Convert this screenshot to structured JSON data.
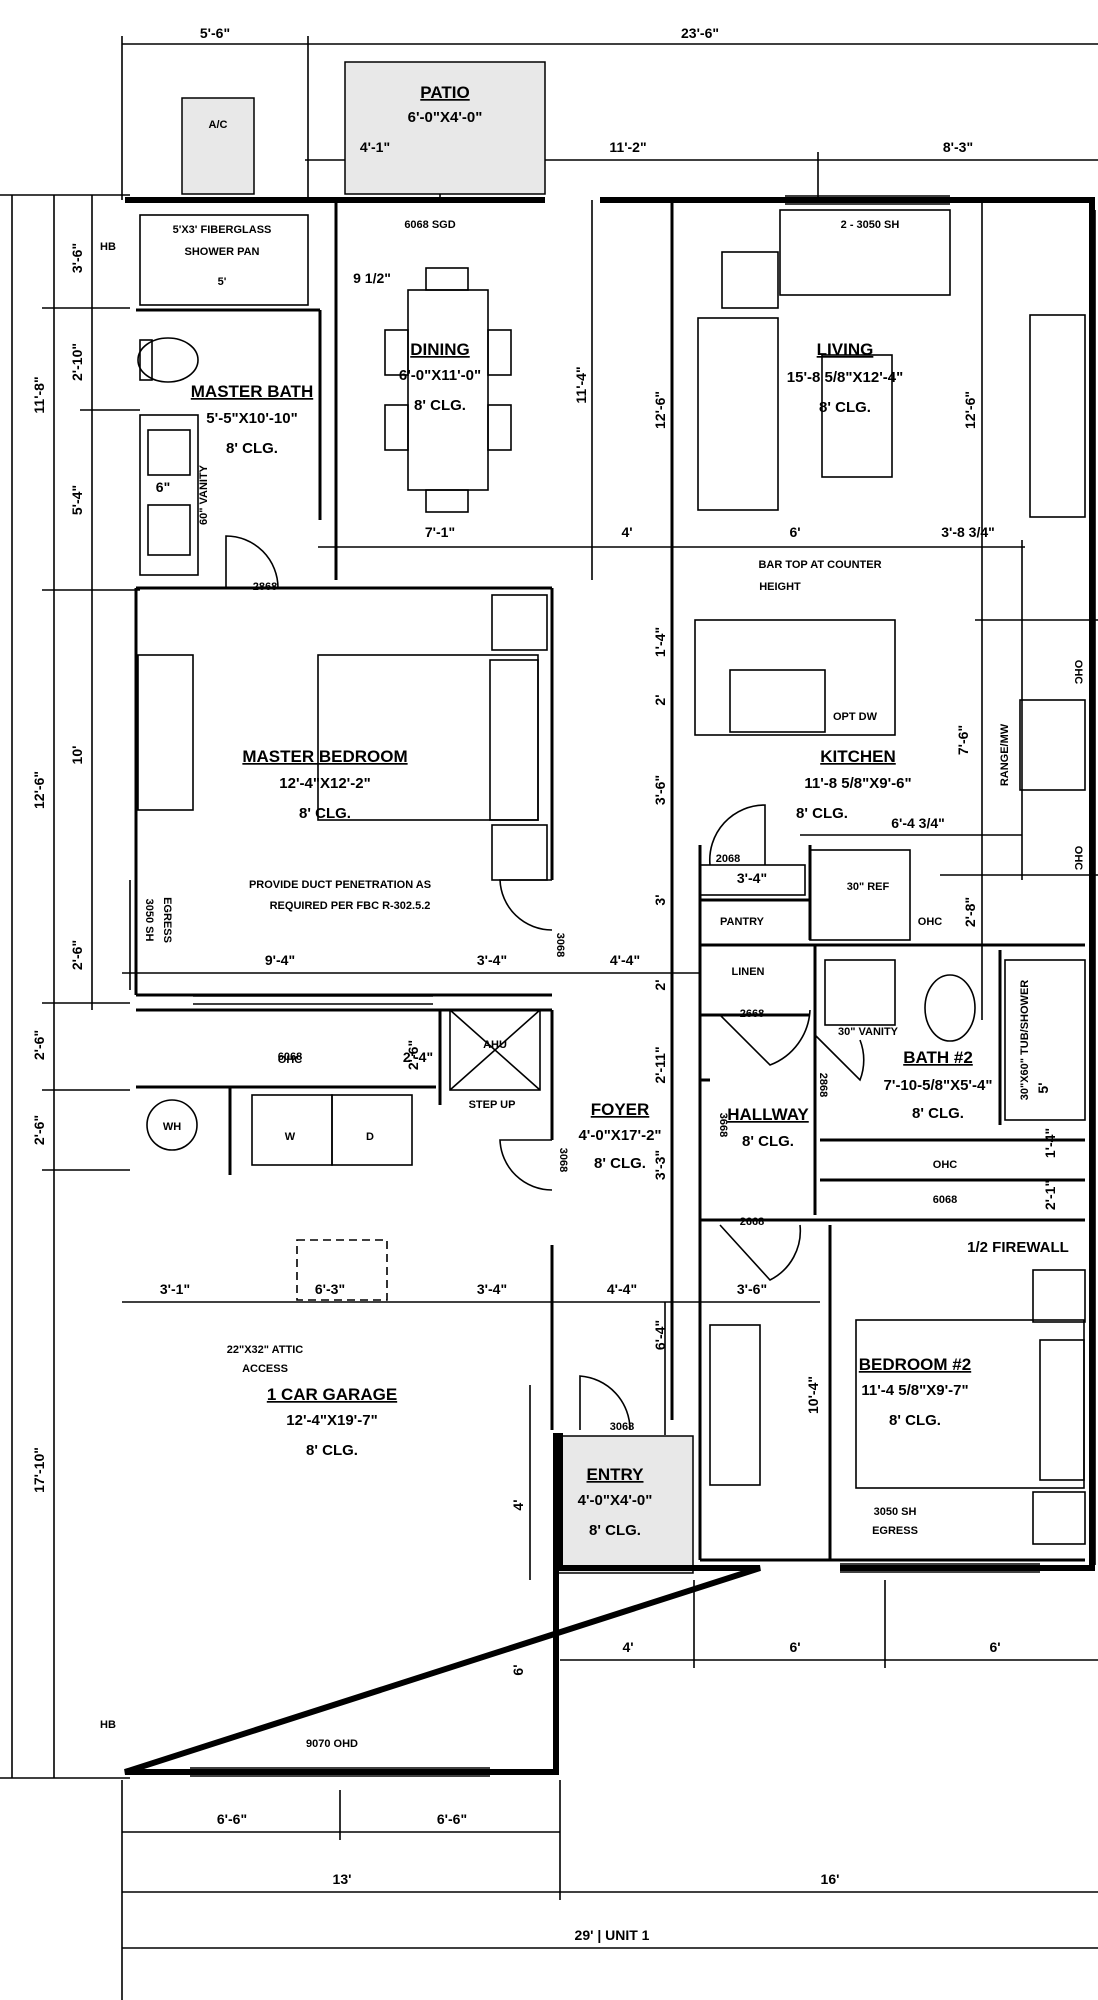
{
  "rooms": {
    "patio": {
      "name": "PATIO",
      "dims": "6'-0\"X4'-0\""
    },
    "ac": {
      "name": "A/C"
    },
    "shower_pan": {
      "line1": "5'X3' FIBERGLASS",
      "line2": "SHOWER PAN"
    },
    "dining": {
      "name": "DINING",
      "dims": "6'-0\"X11'-0\"",
      "clg": "8' CLG."
    },
    "living": {
      "name": "LIVING",
      "dims": "15'-8 5/8\"X12'-4\"",
      "clg": "8' CLG."
    },
    "master_bath": {
      "name": "MASTER BATH",
      "dims": "5'-5\"X10'-10\"",
      "clg": "8' CLG."
    },
    "master_bedroom": {
      "name": "MASTER BEDROOM",
      "dims": "12'-4\"X12'-2\"",
      "clg": "8' CLG."
    },
    "kitchen": {
      "name": "KITCHEN",
      "dims": "11'-8 5/8\"X9'-6\"",
      "clg": "8' CLG."
    },
    "foyer": {
      "name": "FOYER",
      "dims": "4'-0\"X17'-2\"",
      "clg": "8' CLG."
    },
    "hallway": {
      "name": "HALLWAY",
      "clg": "8' CLG."
    },
    "bath2": {
      "name": "BATH #2",
      "dims": "7'-10-5/8\"X5'-4\"",
      "clg": "8' CLG."
    },
    "bedroom2": {
      "name": "BEDROOM #2",
      "dims": "11'-4 5/8\"X9'-7\"",
      "clg": "8' CLG."
    },
    "garage": {
      "name": "1 CAR GARAGE",
      "dims": "12'-4\"X19'-7\"",
      "clg": "8' CLG."
    },
    "entry": {
      "name": "ENTRY",
      "dims": "4'-0\"X4'-0\"",
      "clg": "8' CLG."
    }
  },
  "labels": {
    "sgd": "6068 SGD",
    "sh_top": "2 - 3050 SH",
    "bar_top1": "BAR TOP AT COUNTER",
    "bar_top2": "HEIGHT",
    "opt_dw": "OPT DW",
    "range": "RANGE/MW",
    "ohc": "OHC",
    "ref": "30\" REF",
    "pantry": "PANTRY",
    "linen": "LINEN",
    "vanity30": "30\" VANITY",
    "vanity60": "60\" VANITY",
    "tub": "30\"X60\" TUB/SHOWER",
    "firewall": "1/2 FIREWALL",
    "duct1": "PROVIDE DUCT PENETRATION AS",
    "duct2": "REQUIRED PER FBC R-302.5.2",
    "egress1": "3050 SH",
    "egress2": "EGRESS",
    "ahu": "AHU",
    "step_up": "STEP UP",
    "wh": "WH",
    "w": "W",
    "d": "D",
    "attic1": "22\"X32\" ATTIC",
    "attic2": "ACCESS",
    "ohd": "9070 OHD",
    "hb": "HB",
    "d2868": "2868",
    "d2668": "2668",
    "d6068": "6068",
    "d3068": "3068",
    "d2068": "2068",
    "d3668": "3668",
    "d2868b": "2868",
    "d5": "5'"
  },
  "dims": {
    "top_left": "5'-6\"",
    "top_right": "23'-6\"",
    "t2_a": "4'-1\"",
    "t2_b": "11'-2\"",
    "t2_c": "8'-3\"",
    "l_3_6": "3'-6\"",
    "l_2_10": "2'-10\"",
    "l_5_4": "5'-4\"",
    "l_11_8": "11'-8\"",
    "l_10": "10'",
    "l_12_6": "12'-6\"",
    "l_2_6a": "2'-6\"",
    "l_2_6b": "2'-6\"",
    "l_2_6c": "2'-6\"",
    "l_17_10": "17'-10\"",
    "d_9_half": "9 1/2\"",
    "d_7_1": "7'-1\"",
    "d_4": "4'",
    "d_6": "6'",
    "d_3_8_34": "3'-8 3/4\"",
    "d_11_4": "11'-4\"",
    "d_12_6k": "12'-6\"",
    "d_12_6r": "12'-6\"",
    "d_6in": "6\"",
    "d_1_4": "1'-4\"",
    "d_2k": "2'",
    "d_3_6k": "3'-6\"",
    "d_3k": "3'",
    "d_2h": "2'",
    "d_2_11": "2'-11\"",
    "d_3_3": "3'-3\"",
    "d_7_6": "7'-6\"",
    "d_6_4_34": "6'-4 3/4\"",
    "d_3_4p": "3'-4\"",
    "d_2_8": "2'-8\"",
    "d_9_4": "9'-4\"",
    "d_3_4m": "3'-4\"",
    "d_4_4a": "4'-4\"",
    "d_2_6m": "2'-6\"",
    "d_3_1": "3'-1\"",
    "d_6_3": "6'-3\"",
    "d_3_4g": "3'-4\"",
    "d_4_4b": "4'-4\"",
    "d_3_6b": "3'-6\"",
    "d_6_4": "6'-4\"",
    "d_10_4": "10'-4\"",
    "d_4g": "4'",
    "d_6g": "6'",
    "b_4": "4'",
    "b_6a": "6'",
    "b_6b": "6'",
    "b_6_6a": "6'-6\"",
    "b_6_6b": "6'-6\"",
    "b_13": "13'",
    "b_16": "16'",
    "b_29": "29' | UNIT 1",
    "d_1_4b": "1'-4\"",
    "d_2_1": "2'-1\"",
    "d_5t": "5'",
    "d_2_4": "2'-4\""
  }
}
